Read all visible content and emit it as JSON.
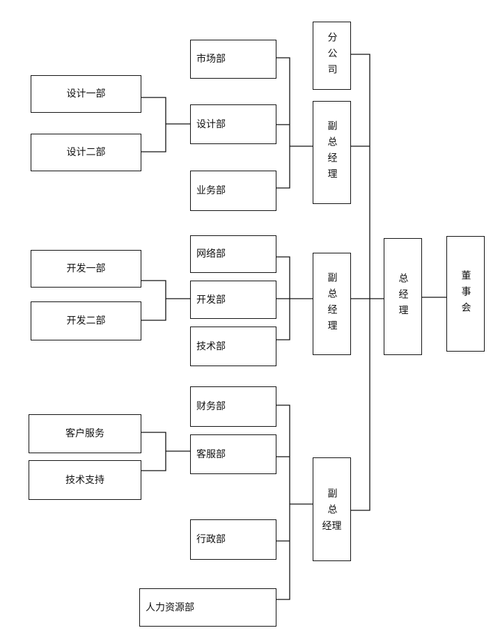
{
  "board": "董事会",
  "ceo": "总经理",
  "branch": "分公司",
  "vp_top": "副总经理",
  "vp_mid": "副总经理",
  "vp_bottom": {
    "line1": "副总",
    "line2": "经理"
  },
  "groups": {
    "top": {
      "market": "市场部",
      "design": "设计部",
      "business": "业务部",
      "design_1": "设计一部",
      "design_2": "设计二部"
    },
    "middle": {
      "network": "网络部",
      "dev": "开发部",
      "tech": "技术部",
      "dev_1": "开发一部",
      "dev_2": "开发二部"
    },
    "bottom": {
      "finance": "财务部",
      "customer_service": "客服部",
      "admin": "行政部",
      "hr": "人力资源部",
      "cs_client": "客户服务",
      "cs_tech": "技术支持"
    }
  }
}
